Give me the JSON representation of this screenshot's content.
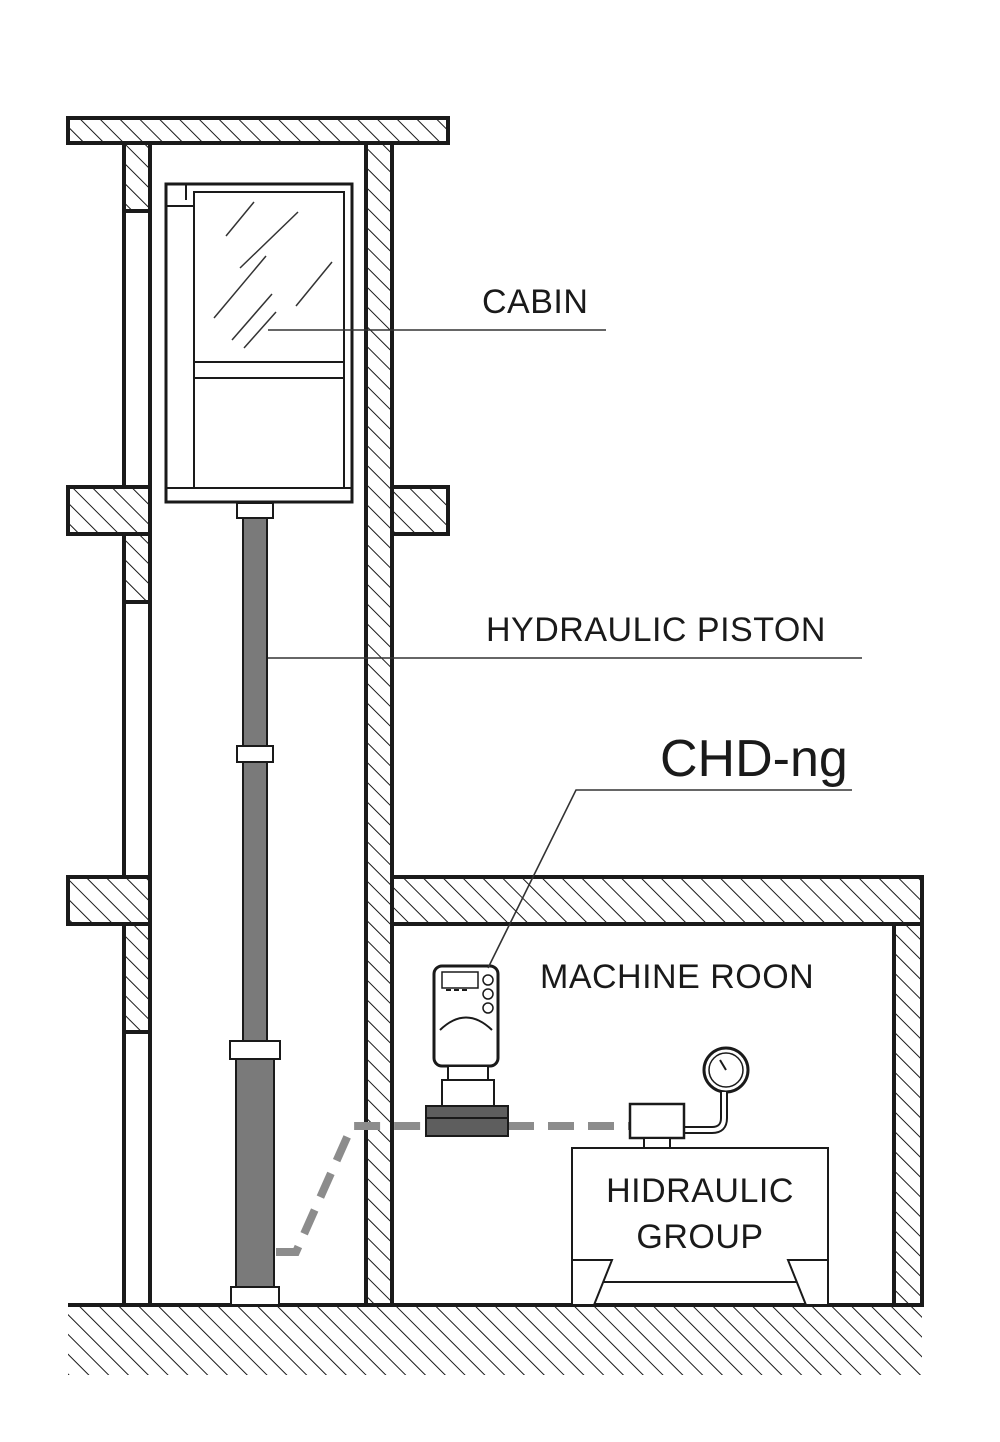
{
  "labels": {
    "cabin": "CABIN",
    "piston": "HYDRAULIC PISTON",
    "device": "CHD-ng",
    "machine_room": "MACHINE ROON",
    "group_line1": "HIDRAULIC",
    "group_line2": "GROUP"
  },
  "colors": {
    "line": "#1a1a1a",
    "piston_fill": "#7a7a7a",
    "pipe_dash": "#8c8c8c"
  }
}
